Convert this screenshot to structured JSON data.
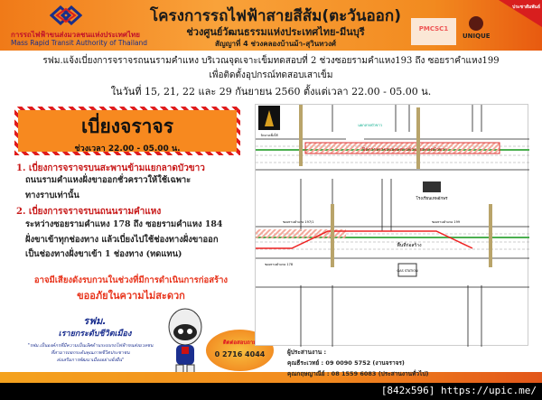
{
  "header": {
    "org_th": "การรถไฟฟ้าขนส่งมวลชนแห่งประเทศไทย",
    "org_en": "Mass Rapid Transit Authority of Thailand",
    "title": "โครงการรถไฟฟ้าสายสีส้ม(ตะวันออก)",
    "subtitle": "ช่วงศูนย์วัฒนธรรมแห่งประเทศไทย-มีนบุรี",
    "contract": "สัญญาที่ 4 ช่วงคลองบ้านม้า-สุวินทวงศ์",
    "pmc_logo": "PMCSC1",
    "unique_logo": "UNIQUE",
    "corner_ribbon": "ประชาสัมพันธ์"
  },
  "notice": {
    "line1": "รฟม.แจ้งเบี่ยงการจราจรถนนรามคำแหง บริเวณจุดเจาะเข็มทดสอบที่ 2 ช่วงซอยรามคำแหง193 ถึง ซอยราคำแหง199",
    "line2": "เพื่อติดตั้งอุปกรณ์ทดสอบเสาเข็ม",
    "line3": "ในวันที่ 15, 21, 22 และ 29 กันยายน 2560 ตั้งแต่เวลา 22.00 - 05.00 น."
  },
  "sign": {
    "title": "เบี่ยงจราจร",
    "time": "ช่วงเวลา 22.00 - 05.00 น."
  },
  "items": [
    {
      "heading": "1. เบี่ยงการจราจรบนสะพานข้ามแยกลาดบัวขาว",
      "lines": [
        "ถนนรามคำแหงฝั่งขาออกชั่วคราวให้ใช้เฉพาะ",
        "ทางราบเท่านั้น"
      ]
    },
    {
      "heading": "2. เบี่ยงการจราจรบนถนนรามคำแหง",
      "lines": [
        "ระหว่างซอยรามคำแหง 178 ถึง ซอยรามคำแหง 184",
        "ฝั่งขาเข้าทุกช่องทาง แล้วเบี่ยงไปใช้ช่องทางฝั่งขาออก",
        "เป็นช่องทางฝั่งขาเข้า 1 ช่องทาง (ทดแทน)"
      ]
    }
  ],
  "warning": {
    "line1": "อาจมีเสียงดังรบกวนในช่วงที่มีการดำเนินการก่อสร้าง",
    "line2": "ขออภัยในความไม่สะดวก"
  },
  "mrta": {
    "name": "รฟม.",
    "slogan": "เรายกระดับชีวิตเมือง",
    "motto": [
      "\"รฟม.เป็นองค์กรที่มีความเป็นเลิศด้านระบบรถไฟฟ้าขนส่งมวลชน",
      "ที่สามารถยกระดับคุณภาพชีวิตประชาชน",
      "ส่งเสริมการพัฒนาเมืองอย่างยั่งยืน\""
    ]
  },
  "hotline": {
    "label": "ติดต่อสอบถาม",
    "number": "0 2716 4044"
  },
  "map": {
    "labels": {
      "temple": "วัดบางเพ็งใต้",
      "junction": "แยกลาดบัวขาว",
      "bridge_note": "ปิดการจราจรบนสะพานข้ามแยกลาดบัวขาว",
      "school": "โรงเรียนเทพอักษร",
      "construction": "พื้นที่ก่อสร้าง",
      "gas": "GAS STATION",
      "soi_197": "ซอยรามคำแหง 197/1",
      "soi_199": "ซอยรามคำแหง 199",
      "soi_178": "ซอยรามคำแหง 178"
    }
  },
  "contact": {
    "title": "ผู้ประสานงาน :",
    "p1": "คุณธีระเวทย์ : 09 0090 5752 (งานจราจร)",
    "p2": "คุณกฤษญาณีย์ : 08 1559 6083 (ประสานงานทั่วไป)"
  },
  "watermark": "[842x596] https://upic.me/",
  "colors": {
    "orange": "#f7891f",
    "red": "#c81919",
    "blue": "#1b2f8f"
  }
}
